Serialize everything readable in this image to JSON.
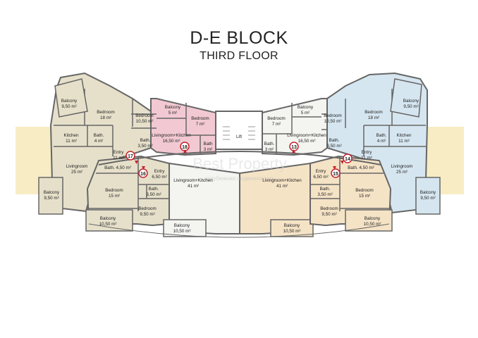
{
  "header": {
    "title": "D-E BLOCK",
    "subtitle": "THIRD FLOOR"
  },
  "core": {
    "lift": "Lift"
  },
  "watermark": {
    "text": "Best Property",
    "subtext": "зарубежная недвижимость"
  },
  "colors": {
    "band": "#f7ecc4",
    "beige": "#e6e0ca",
    "pink": "#f2c9d3",
    "white": "#f4f4f1",
    "peach": "#f5e3c6",
    "blue": "#d6e6f0",
    "wall": "#666666",
    "marker": "#c8202c"
  },
  "units": [
    {
      "id": "unit-17",
      "number": "17"
    },
    {
      "id": "unit-18",
      "number": "18"
    },
    {
      "id": "unit-16",
      "number": "16"
    },
    {
      "id": "unit-15",
      "number": "15"
    },
    {
      "id": "unit-13",
      "number": "13"
    },
    {
      "id": "unit-14",
      "number": "14"
    }
  ],
  "rooms": [
    {
      "id": "u17-balcony-top",
      "name": "Balcony",
      "area": "9,50 m²"
    },
    {
      "id": "u17-bedroom",
      "name": "Bedroom",
      "area": "18 m²"
    },
    {
      "id": "u17-kitchen",
      "name": "Kitchen",
      "area": "11 m²"
    },
    {
      "id": "u17-bath",
      "name": "Bath.",
      "area": "4 m²"
    },
    {
      "id": "u17-entry",
      "name": "Entry",
      "area": "11 m²"
    },
    {
      "id": "u17-living",
      "name": "Livingroom",
      "area": "25 m²"
    },
    {
      "id": "u17-balcony-bottom",
      "name": "Balcony",
      "area": "9,50 m²"
    },
    {
      "id": "u18-bedroom-a",
      "name": "Bedroom",
      "area": "10,50 m²"
    },
    {
      "id": "u18-bath",
      "name": "Bath.",
      "area": "3,50 m²"
    },
    {
      "id": "u18-balcony",
      "name": "Balcony",
      "area": "5 m²"
    },
    {
      "id": "u18-bedroom-b",
      "name": "Bedroom",
      "area": "7 m²"
    },
    {
      "id": "u18-living",
      "name": "Livingroom+Kitchen",
      "area": "16,50 m²"
    },
    {
      "id": "u18-bath-b",
      "name": "Bath",
      "area": "3 m²"
    },
    {
      "id": "u16-bath",
      "name": "Bath. 4,50 m²",
      "area": ""
    },
    {
      "id": "u16-bedroom",
      "name": "Bedroom",
      "area": "15 m²"
    },
    {
      "id": "u16-balcony",
      "name": "Balcony",
      "area": "10,50 m²"
    },
    {
      "id": "u16-entry",
      "name": "Entry",
      "area": "6,50 m²"
    },
    {
      "id": "u16-bath-b",
      "name": "Bath.",
      "area": "3,50 m²"
    },
    {
      "id": "u16-bedroom-b",
      "name": "Bedroom",
      "area": "9,50 m²"
    },
    {
      "id": "u16-living",
      "name": "Livingroom+Kitchen",
      "area": "41 m²"
    },
    {
      "id": "u16-balcony-b",
      "name": "Balcony",
      "area": "10,50 m²"
    },
    {
      "id": "u15-living",
      "name": "Livingroom+Kitchen",
      "area": "41 m²"
    },
    {
      "id": "u15-balcony",
      "name": "Balcony",
      "area": "10,50 m²"
    },
    {
      "id": "u15-entry",
      "name": "Entry",
      "area": "6,50 m²"
    },
    {
      "id": "u15-bath",
      "name": "Bath.",
      "area": "3,50 m²"
    },
    {
      "id": "u15-bedroom",
      "name": "Bedroom",
      "area": "9,50 m²"
    },
    {
      "id": "u15-bath-b",
      "name": "Bath. 4,50 m²",
      "area": ""
    },
    {
      "id": "u15-bedroom-b",
      "name": "Bedroom",
      "area": "15 m²"
    },
    {
      "id": "u15-balcony-b",
      "name": "Balcony",
      "area": "10,50 m²"
    },
    {
      "id": "u13-balcony",
      "name": "Balcony",
      "area": "5 m²"
    },
    {
      "id": "u13-bedroom",
      "name": "Bedroom",
      "area": "7 m²"
    },
    {
      "id": "u13-bedroom-b",
      "name": "Bedroom",
      "area": "10,50 m²"
    },
    {
      "id": "u13-living",
      "name": "Livingroom+Kitchen",
      "area": "16,50 m²"
    },
    {
      "id": "u13-bath",
      "name": "Bath.",
      "area": "3 m²"
    },
    {
      "id": "u13-bath-b",
      "name": "Bath.",
      "area": "3,50 m²"
    },
    {
      "id": "u14-bedroom",
      "name": "Bedroom",
      "area": "18 m²"
    },
    {
      "id": "u14-balcony-top",
      "name": "Balcony",
      "area": "9,50 m²"
    },
    {
      "id": "u14-bath",
      "name": "Bath.",
      "area": "4 m²"
    },
    {
      "id": "u14-kitchen",
      "name": "Kitchen",
      "area": "11 m²"
    },
    {
      "id": "u14-entry",
      "name": "Entry",
      "area": "11 m²"
    },
    {
      "id": "u14-living",
      "name": "Livingroom",
      "area": "25 m²"
    },
    {
      "id": "u14-balcony-bottom",
      "name": "Balcony",
      "area": "9,50 m²"
    }
  ]
}
